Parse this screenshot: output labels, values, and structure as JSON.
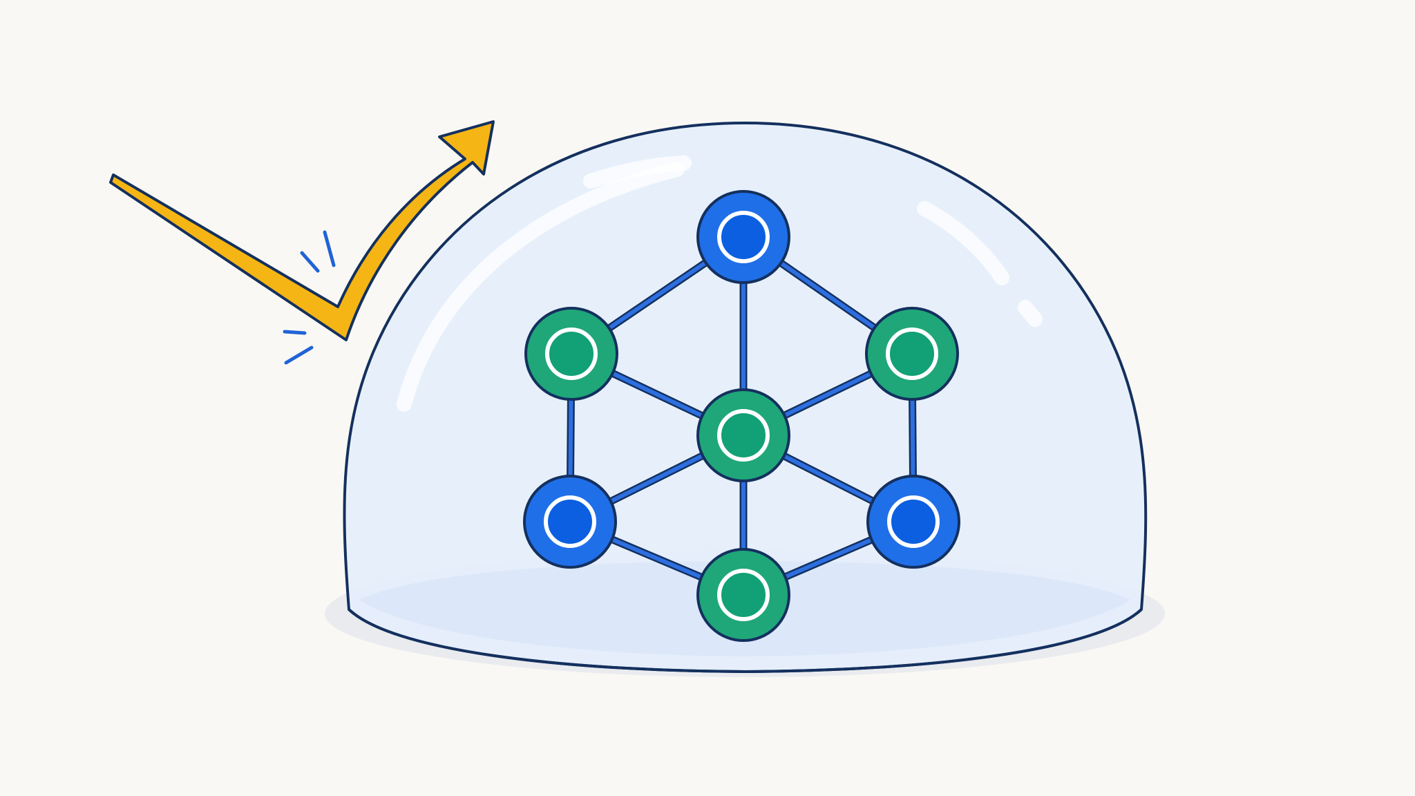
{
  "colors": {
    "background": "#faf8f4",
    "outline": "#14305e",
    "arrow": "#f5b514",
    "dome_fill": "#e4eefb",
    "dome_shadow": "#e3e7ee",
    "edge": "#2d6fe0",
    "node_blue": "#1f6fe8",
    "node_blue_core": "#0b5fe0",
    "node_green": "#1fa77a",
    "node_green_core": "#12a076",
    "ring": "#ffffff",
    "impact_marks": "#1f63d6"
  },
  "icons": {
    "arrow": "deflected-arrow-icon",
    "dome": "protective-dome-icon",
    "network": "network-graph-icon"
  },
  "network": {
    "nodes": [
      {
        "id": "top",
        "color": "blue"
      },
      {
        "id": "upper-left",
        "color": "green"
      },
      {
        "id": "upper-right",
        "color": "green"
      },
      {
        "id": "center",
        "color": "green"
      },
      {
        "id": "lower-left",
        "color": "blue"
      },
      {
        "id": "lower-right",
        "color": "blue"
      },
      {
        "id": "bottom",
        "color": "green"
      }
    ],
    "edges": [
      [
        "top",
        "upper-left"
      ],
      [
        "top",
        "upper-right"
      ],
      [
        "top",
        "center"
      ],
      [
        "upper-left",
        "center"
      ],
      [
        "upper-right",
        "center"
      ],
      [
        "upper-left",
        "lower-left"
      ],
      [
        "upper-right",
        "lower-right"
      ],
      [
        "center",
        "lower-left"
      ],
      [
        "center",
        "lower-right"
      ],
      [
        "center",
        "bottom"
      ],
      [
        "lower-left",
        "bottom"
      ],
      [
        "lower-right",
        "bottom"
      ]
    ]
  }
}
